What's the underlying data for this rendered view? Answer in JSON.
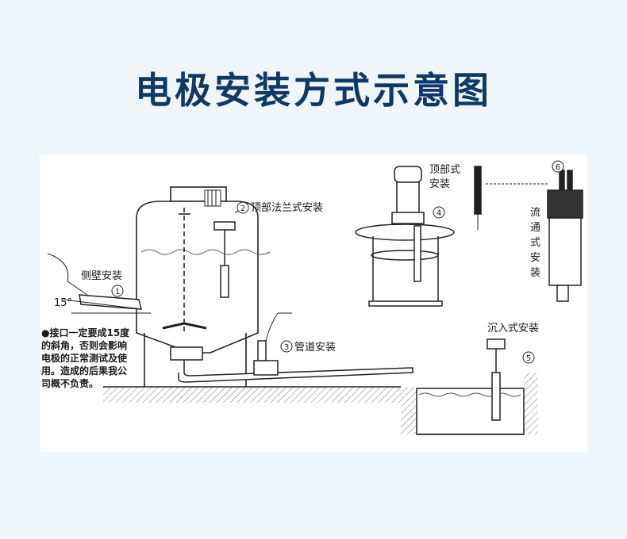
{
  "title": "电极安装方式示意图",
  "labels": {
    "side_wall": "侧壁安装",
    "top_flange": "顶部法兰式安装",
    "top_type_line1": "顶部式",
    "top_type_line2": "安装",
    "pipe": "管道安装",
    "immersion": "沉入式安装",
    "flow_chars": [
      "流",
      "通",
      "式",
      "安",
      "装"
    ],
    "angle": "15°"
  },
  "markers": [
    "1",
    "2",
    "3",
    "4",
    "5",
    "6"
  ],
  "note_lines": [
    "●接口一定要成15度",
    "的斜角，否则会影响",
    "电极的正常测试及使",
    "用。造成的后果我公",
    "司概不负责。"
  ]
}
